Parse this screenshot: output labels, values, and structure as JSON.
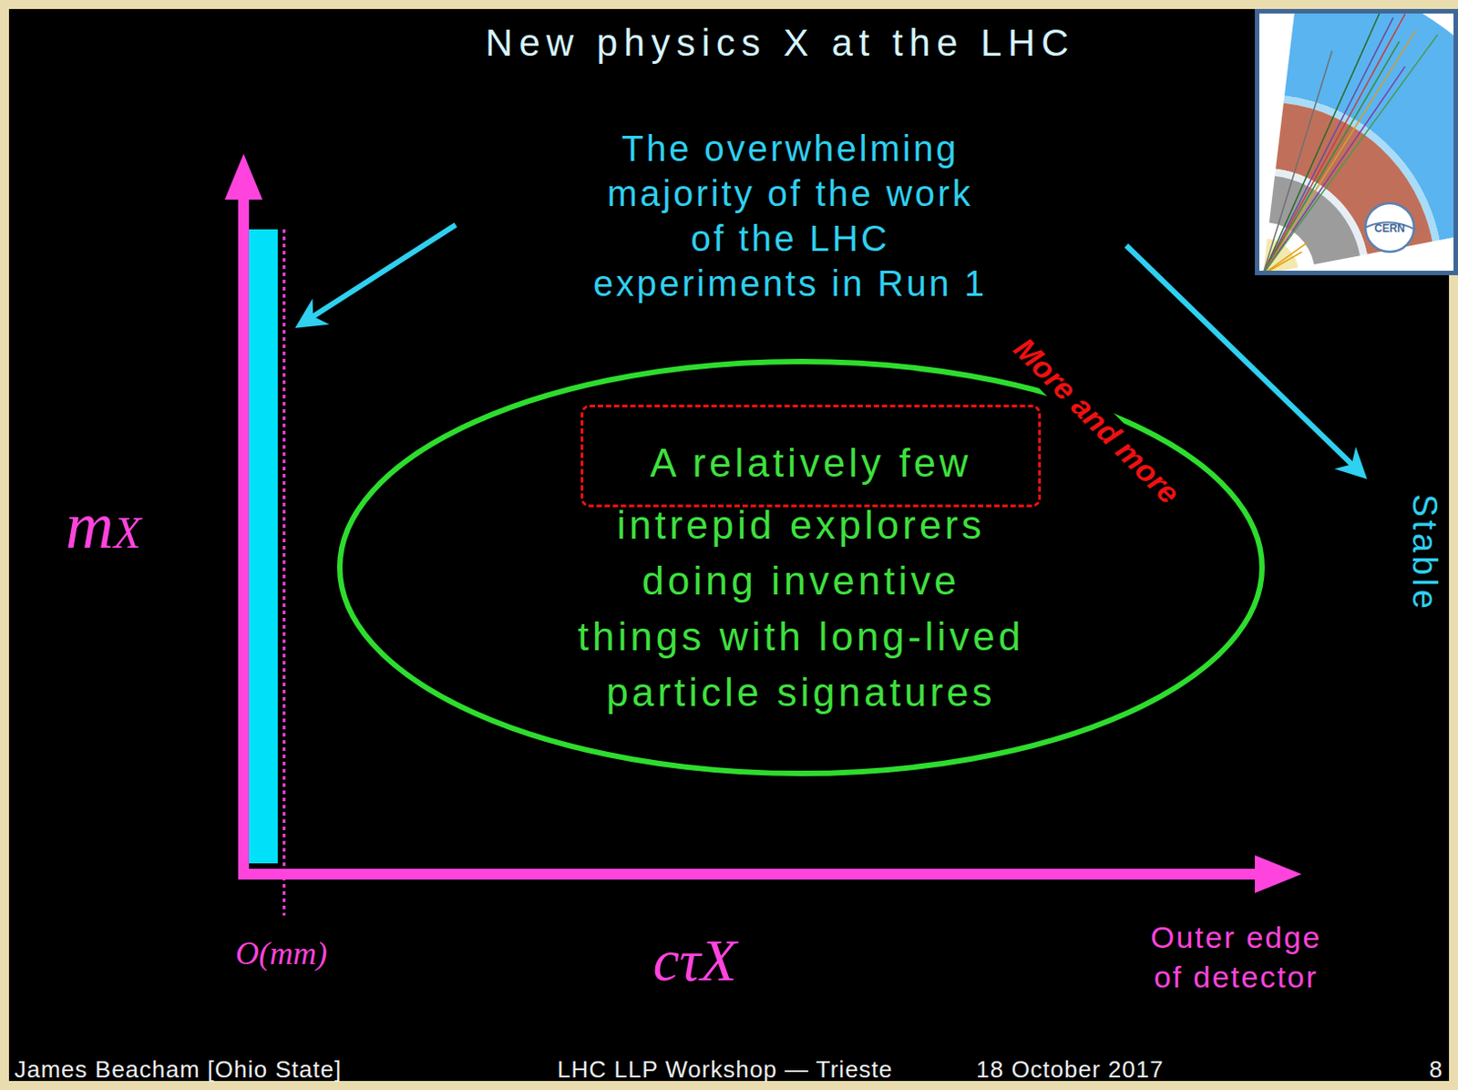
{
  "diagram": {
    "title": "New physics X at the LHC",
    "nodes": [
      {
        "text": [
          "intrepid explorers doing inventive things with long-lived particle signatures"
        ]
      },
      {
        "text": [
          "A relatively few"
        ],
        "in": 0
      }
    ],
    "labels": [
      "The overwhelming majority of the work of the LHC experiments in Run 1",
      "More and more",
      "Stable",
      "mX",
      "O(mm)",
      "cτX",
      "Outer edge of detector",
      "CERN",
      "James Beacham [Ohio State]",
      "LHC LLP Workshop — Trieste",
      "18 October 2017",
      "8"
    ]
  }
}
